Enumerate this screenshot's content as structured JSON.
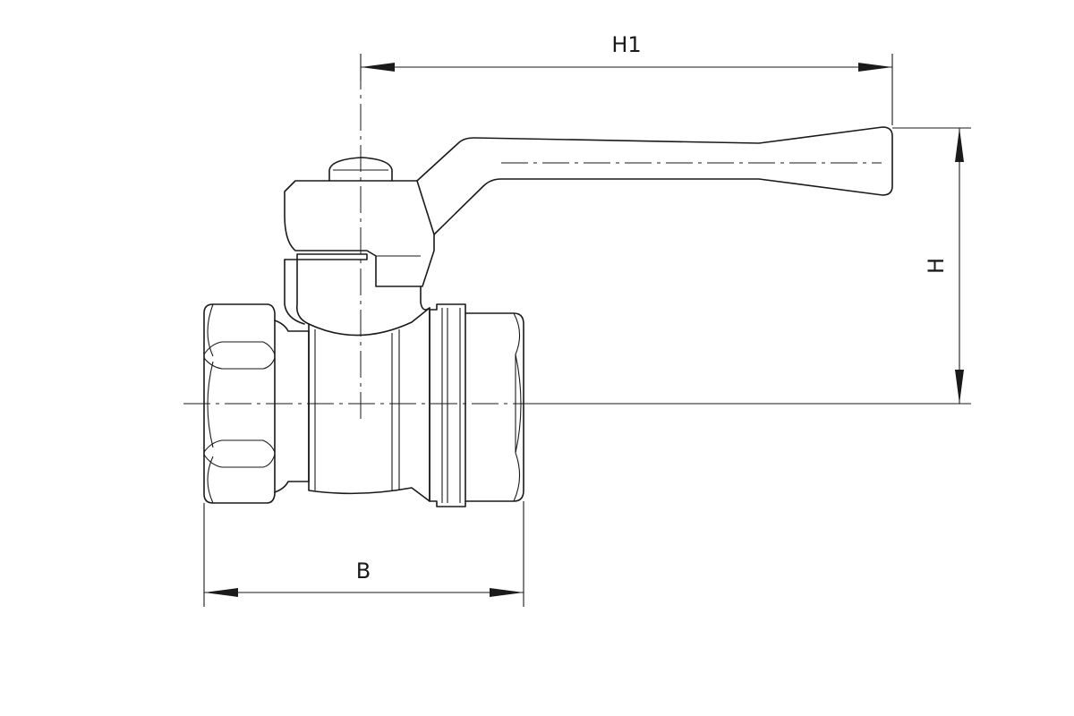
{
  "drawing": {
    "type": "ball valve technical drawing",
    "dimensions": [
      {
        "id": "H1",
        "label": "H1",
        "orientation": "horizontal"
      },
      {
        "id": "H",
        "label": "H",
        "orientation": "vertical"
      },
      {
        "id": "B",
        "label": "B",
        "orientation": "horizontal"
      }
    ],
    "colors": {
      "line": "#1a1a1a",
      "background": "#ffffff"
    }
  }
}
